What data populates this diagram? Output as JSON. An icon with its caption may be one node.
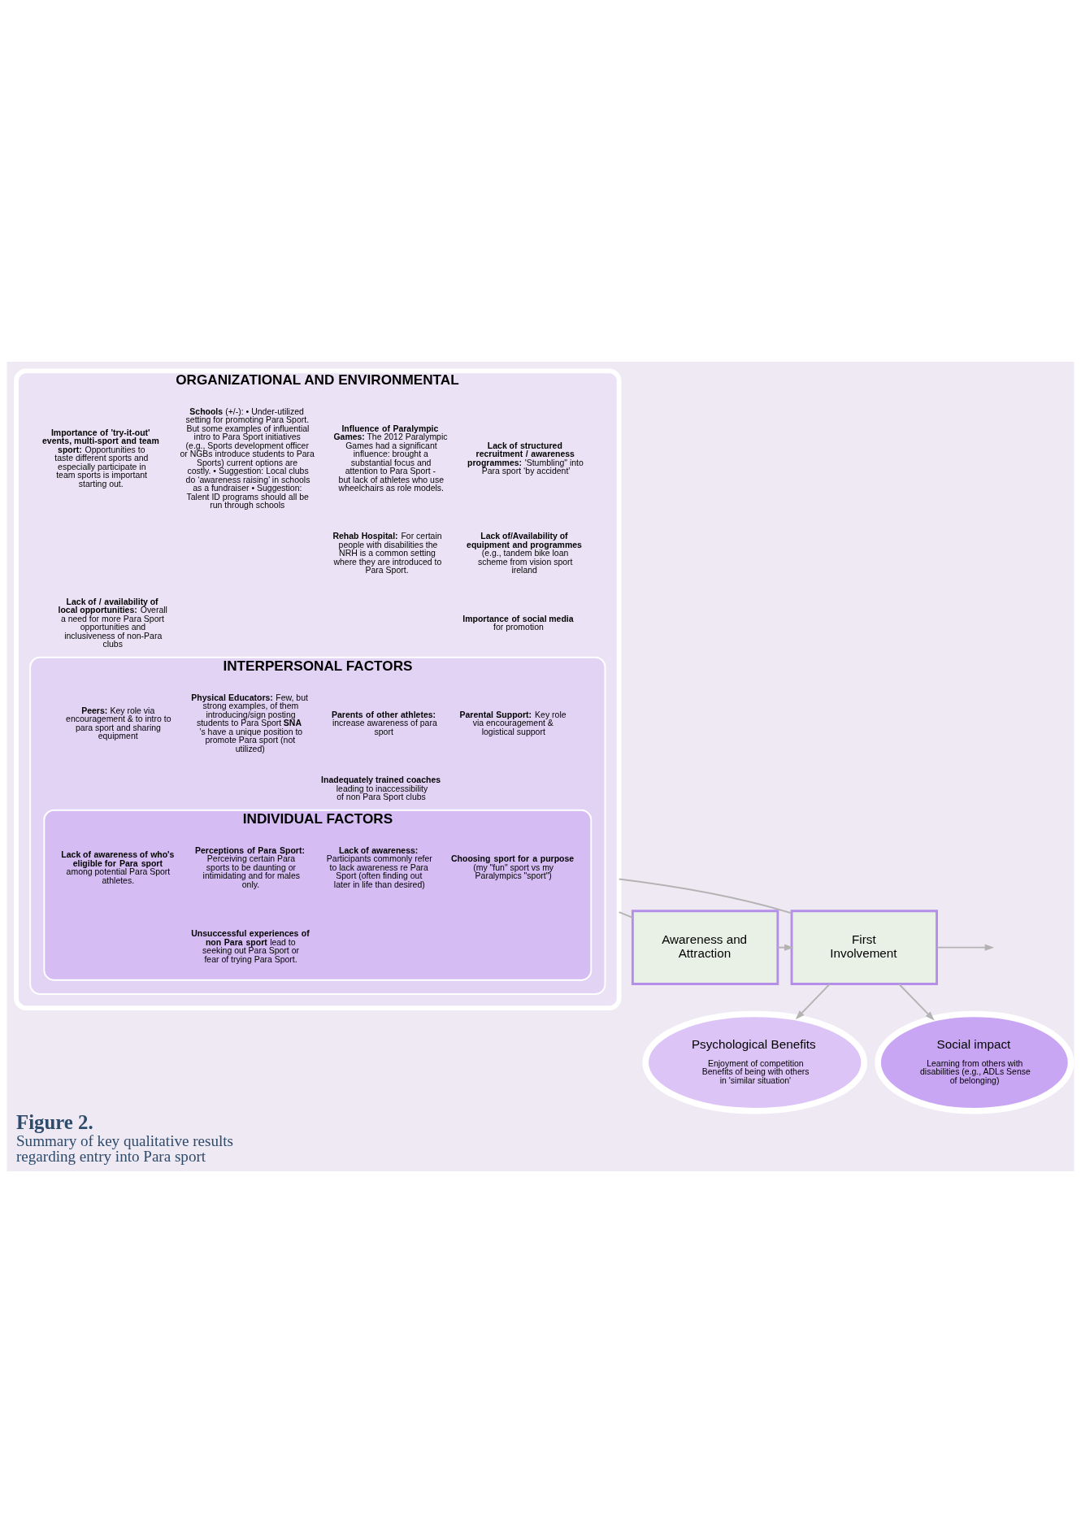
{
  "diagram": {
    "title": "Figure 2.",
    "caption": "Summary of key qualitative results regarding entry into Para sport",
    "nodes": [
      {
        "text": [
          "ORGANIZATIONAL AND ENVIRONMENTAL"
        ]
      },
      {
        "text": [
          "**Importance of 'try-it-out' events, multi-sport and team sport:** Opportunities to taste different sports and especially participate in team sports is important starting out."
        ],
        "in": 0
      },
      {
        "text": [
          "**Lack of / availability of local opportunities:** Overall a need for more Para Sport opportunities and inclusiveness of non-Para clubs"
        ],
        "in": 0
      },
      {
        "text": [
          "**Schools** (+/-): • Under-utilized setting for promoting Para Sport. But some examples of influential intro to Para Sport initiatives (e.g., Sports development officer or NGBs introduce students to Para Sports) current options are costly. • Suggestion: Local clubs do ‘awareness raising’ in schools as a fundraiser • Suggestion: Talent ID programs should all be run through schools"
        ],
        "in": 0
      },
      {
        "text": [
          "**Influence of Paralympic Games:** The 2012 Paralympic Games had a significant influence: brought a substantial focus and attention to Para Sport - but lack of athletes who use wheelchairs as role models."
        ],
        "in": 0
      },
      {
        "text": [
          "**Rehab Hospital:** For certain people with disabilities the NRH is a common setting where they are introduced to Para Sport."
        ],
        "in": 0
      },
      {
        "text": [
          "**Lack of structured recruitment / awareness programmes:** 'Stumbling\" into Para sport ‘by accident’"
        ],
        "in": 0
      },
      {
        "text": [
          "**Lack of/Availability of equipment and programmes** (e.g., tandem bike loan scheme from vision sport ireland"
        ],
        "in": 0
      },
      {
        "text": [
          "**Importance of social media** for promotion"
        ],
        "in": 0
      },
      {
        "text": [
          "INTERPERSONAL FACTORS"
        ],
        "in": 0
      },
      {
        "text": [
          "**Peers:** Key role via encouragement & to intro to para sport and sharing equipment"
        ],
        "in": 9
      },
      {
        "text": [
          "**Physical Educators:** Few, but strong examples, of them introducing/sign posting students to Para Sport **SNA**’s have a unique position to promote Para sport (not utilized)"
        ],
        "in": 9
      },
      {
        "text": [
          "**Parents of other athletes:** increase awareness of para sport"
        ],
        "in": 9
      },
      {
        "text": [
          "**Inadequately trained coaches** leading to inaccessibility of non Para Sport clubs"
        ],
        "in": 9
      },
      {
        "text": [
          "**Parental Support:** Key role via encouragement & logistical support"
        ],
        "in": 9
      },
      {
        "text": [
          "INDIVIDUAL FACTORS"
        ],
        "in": 9
      },
      {
        "text": [
          "**Lack of awareness of who's eligible for Para sport** among potential Para Sport athletes."
        ],
        "in": 15
      },
      {
        "text": [
          "**Perceptions of Para Sport:** Perceiving certain Para sports to be daunting or intimidating and for males only."
        ],
        "in": 15
      },
      {
        "text": [
          "**Unsuccessful experiences of non Para sport** lead to seeking out Para Sport or fear of trying Para Sport."
        ],
        "in": 15
      },
      {
        "text": [
          "**Lack of awareness:** Participants commonly refer to lack awareness re Para Sport (often finding out later in life than desired)"
        ],
        "in": 15
      },
      {
        "text": [
          "**Choosing sport for a purpose** (my \"fun\" sport vs my Paralympics \"sport\")"
        ],
        "in": 15
      },
      {
        "text": [
          "Awareness and Attraction"
        ]
      },
      {
        "text": [
          "First Involvement"
        ]
      },
      {
        "text": [
          "Psychological Benefits",
          "Enjoyment of competition Benefits of being with others in 'similar situation'"
        ]
      },
      {
        "text": [
          "Social impact",
          "Learning from others with disabilities (e.g., ADLs Sense of belonging)"
        ]
      }
    ],
    "edges": [
      {
        "from": 0,
        "to": 21,
        "arrow": "none"
      },
      {
        "from": 0,
        "to": 22,
        "arrow": "none"
      },
      {
        "from": 21,
        "to": 22,
        "arrow": "to"
      },
      {
        "from": 22,
        "to": null,
        "arrow": "to"
      },
      {
        "from": 22,
        "to": 23,
        "arrow": "to"
      },
      {
        "from": 22,
        "to": 24,
        "arrow": "to"
      }
    ]
  }
}
